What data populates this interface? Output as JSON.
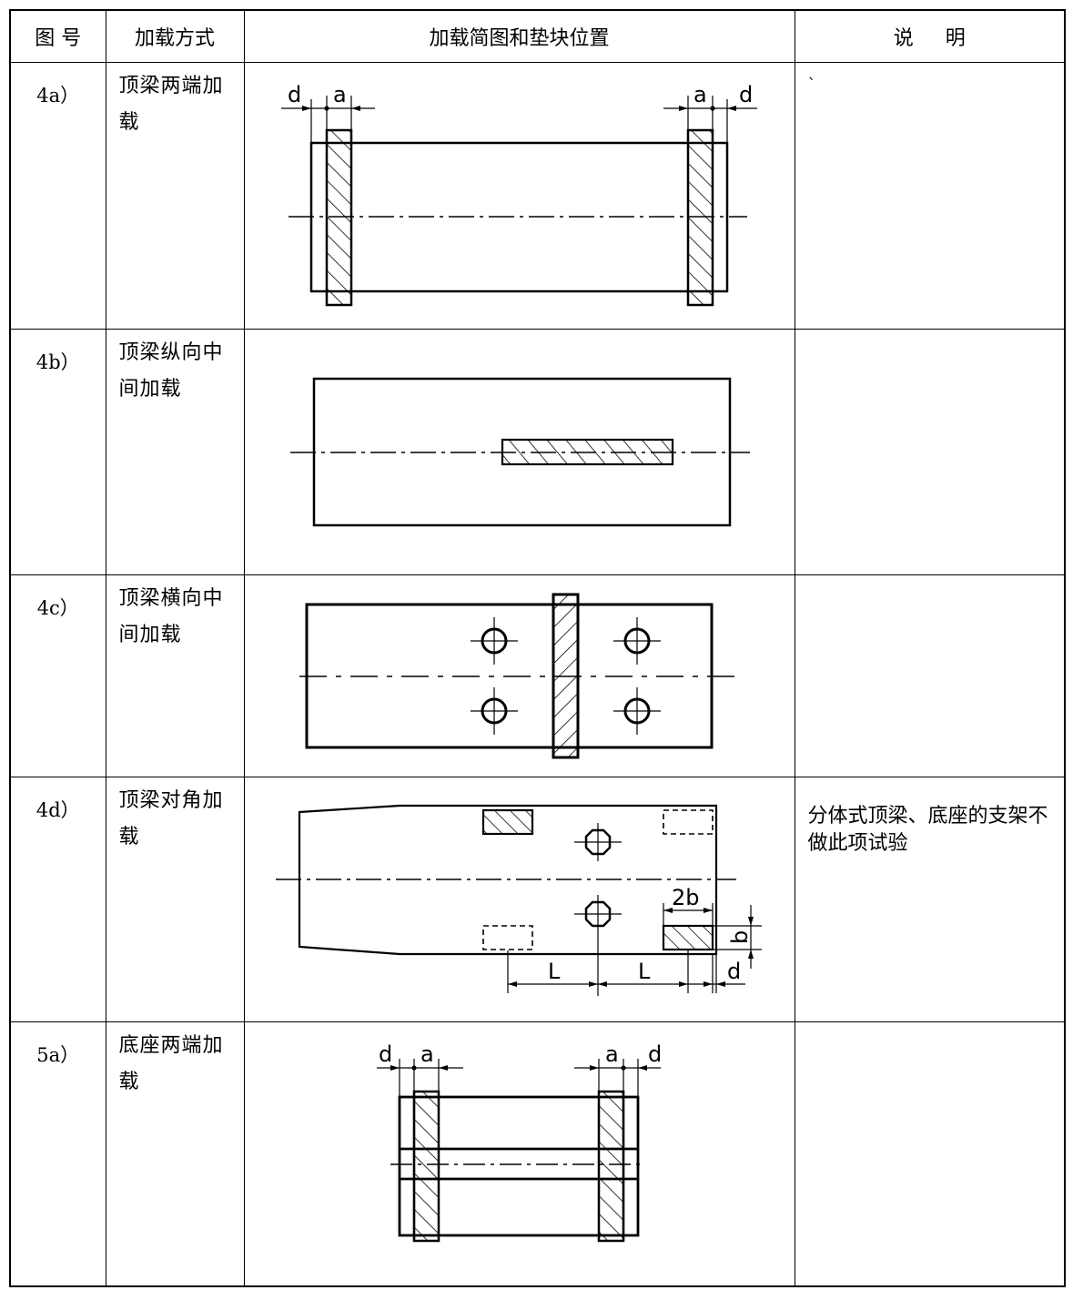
{
  "header": {
    "col_figure": "图 号",
    "col_method": "加载方式",
    "col_diagram": "加载简图和垫块位置",
    "col_note": "说     明"
  },
  "rows": [
    {
      "figure": "4a）",
      "method": "顶梁两端加载",
      "note": "`"
    },
    {
      "figure": "4b）",
      "method": "顶梁纵向中间加载",
      "note": ""
    },
    {
      "figure": "4c）",
      "method": "顶梁横向中间加载",
      "note": ""
    },
    {
      "figure": "4d）",
      "method": "顶梁对角加载",
      "note": "分体式顶梁、底座的支架不做此项试验"
    },
    {
      "figure": "5a）",
      "method": "底座两端加载",
      "note": ""
    }
  ],
  "dimension_labels": {
    "d": "d",
    "a": "a",
    "b": "b",
    "two_b": "2b",
    "L": "L"
  }
}
